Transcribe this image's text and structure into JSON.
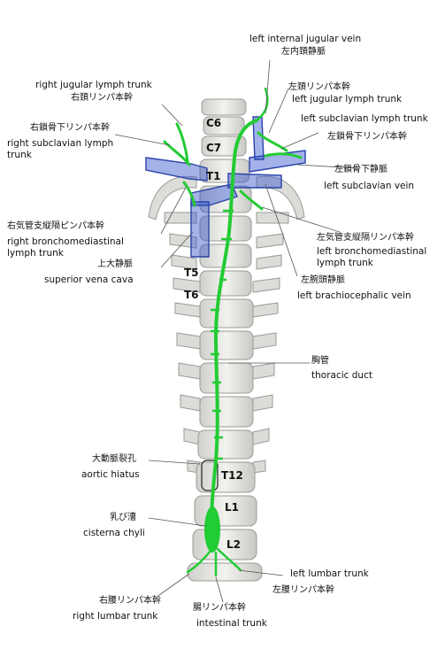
{
  "labels": {
    "left_internal_jugular_vein_en": "left internal jugular vein",
    "left_internal_jugular_vein_jp": "左内頚静脈",
    "right_jugular_lymph_trunk_en": "right jugular lymph trunk",
    "right_jugular_lymph_trunk_jp": "右頚リンパ本幹",
    "left_jugular_lymph_trunk_jp": "左頚リンパ本幹",
    "left_jugular_lymph_trunk_en": "left jugular lymph trunk",
    "left_subclavian_lymph_trunk_en": "left subclavian lymph trunk",
    "left_subclavian_lymph_trunk_jp": "左鎖骨下リンパ本幹",
    "right_subclavian_lymph_trunk_jp": "右鎖骨下リンパ本幹",
    "right_subclavian_lymph_trunk_en_1": "right subclavian lymph",
    "right_subclavian_lymph_trunk_en_2": "trunk",
    "left_subclavian_vein_jp": "左鎖骨下静脈",
    "left_subclavian_vein_en": "left subclavian vein",
    "right_bronchomediastinal_jp": "右気管支縦隔ピンパ本幹",
    "right_bronchomediastinal_en_1": "right bronchomediastinal",
    "right_bronchomediastinal_en_2": "lymph trunk",
    "left_bronchomediastinal_jp": "左気管支縦隔リンパ本幹",
    "left_bronchomediastinal_en_1": "left bronchomediastinal",
    "left_bronchomediastinal_en_2": "lymph trunk",
    "superior_vena_cava_jp": "上大静脈",
    "superior_vena_cava_en": "superior vena cava",
    "left_brachiocephalic_jp": "左腕頭静脈",
    "left_brachiocephalic_en": "left brachiocephalic vein",
    "thoracic_duct_jp": "胸管",
    "thoracic_duct_en": "thoracic duct",
    "aortic_hiatus_jp": "大動脈裂孔",
    "aortic_hiatus_en": "aortic hiatus",
    "cisterna_chyli_jp": "乳び漕",
    "cisterna_chyli_en": "cisterna chyli",
    "left_lumbar_trunk_en": "left lumbar trunk",
    "left_lumbar_trunk_jp": "左腰リンパ本幹",
    "right_lumbar_trunk_jp": "右腰リンパ本幹",
    "right_lumbar_trunk_en": "right lumbar trunk",
    "intestinal_trunk_jp": "腸リンパ本幹",
    "intestinal_trunk_en": "intestinal trunk"
  },
  "vertebra_labels": {
    "c6": "C6",
    "c7": "C7",
    "t1": "T1",
    "t5": "T5",
    "t6": "T6",
    "t12": "T12",
    "l1": "L1",
    "l2": "L2"
  },
  "colors": {
    "lymph": "#22cc33",
    "vein": "#3355cc",
    "bone": "#e6e6e2",
    "bone_edge": "#9a9a96"
  }
}
